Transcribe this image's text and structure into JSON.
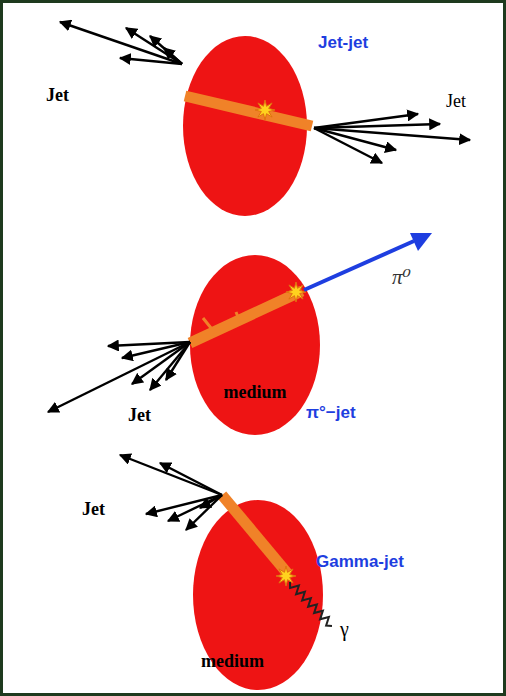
{
  "diagram": {
    "nodes": [
      {
        "text": [
          "medium"
        ]
      },
      {
        "text": [
          "medium"
        ]
      }
    ],
    "labels": [
      "Jet",
      "Jet-jet",
      "Jet",
      "π⁰",
      "Jet",
      "π°−jet",
      "Jet",
      "Gamma-jet",
      "γ"
    ]
  }
}
